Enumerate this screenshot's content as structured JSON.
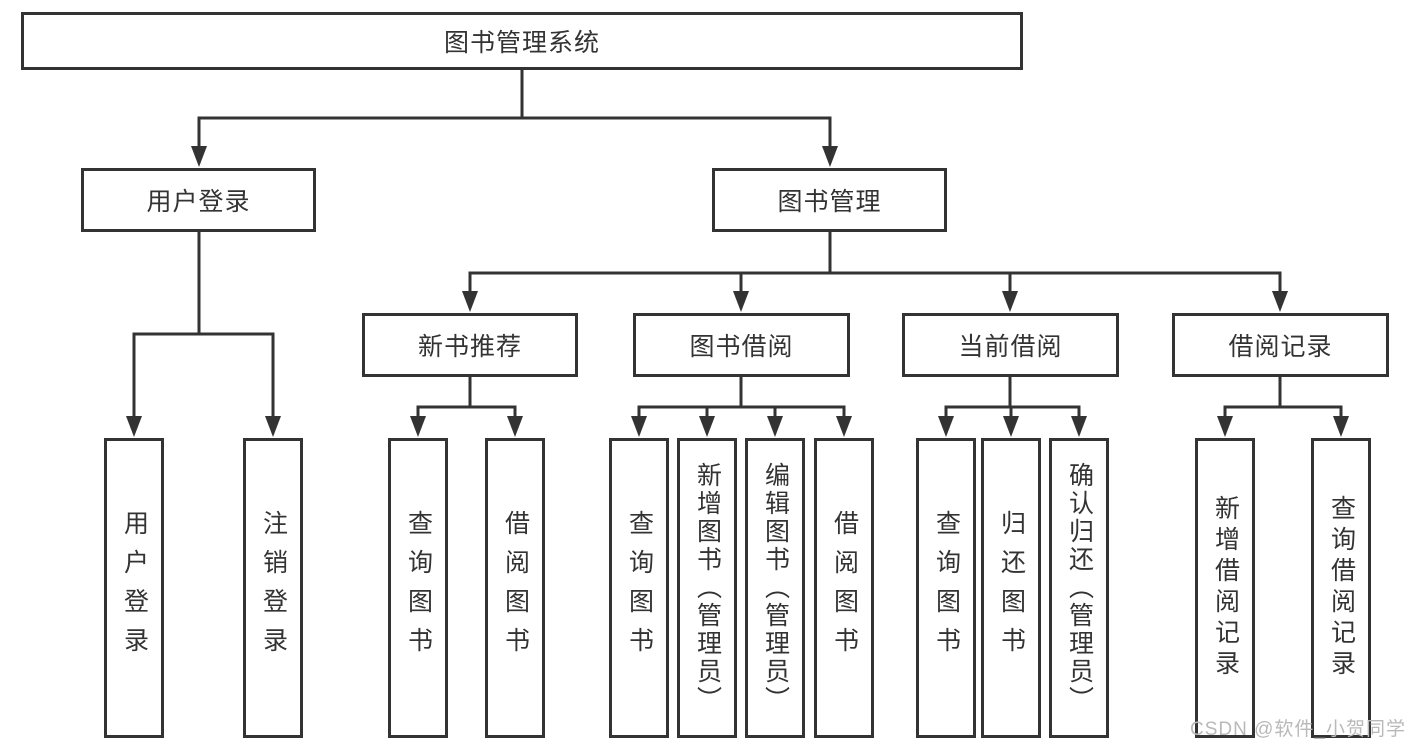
{
  "tree": {
    "label": "图书管理系统",
    "children": [
      {
        "label": "用户登录",
        "children": [
          {
            "label": "用户登录"
          },
          {
            "label": "注销登录"
          }
        ]
      },
      {
        "label": "图书管理",
        "children": [
          {
            "label": "新书推荐",
            "children": [
              {
                "label": "查询图书"
              },
              {
                "label": "借阅图书"
              }
            ]
          },
          {
            "label": "图书借阅",
            "children": [
              {
                "label": "查询图书"
              },
              {
                "label": "新增图书（管理员）"
              },
              {
                "label": "编辑图书（管理员）"
              },
              {
                "label": "借阅图书"
              }
            ]
          },
          {
            "label": "当前借阅",
            "children": [
              {
                "label": "查询图书"
              },
              {
                "label": "归还图书"
              },
              {
                "label": "确认归还（管理员）"
              }
            ]
          },
          {
            "label": "借阅记录",
            "children": [
              {
                "label": "新增借阅记录"
              },
              {
                "label": "查询借阅记录"
              }
            ]
          }
        ]
      }
    ]
  },
  "watermark": "CSDN @软件_小贺同学",
  "colors": {
    "line": "#333333",
    "text": "#333333",
    "box_background": "#ffffff",
    "page_background": "#ffffff",
    "watermark": "#b9b9b9"
  }
}
